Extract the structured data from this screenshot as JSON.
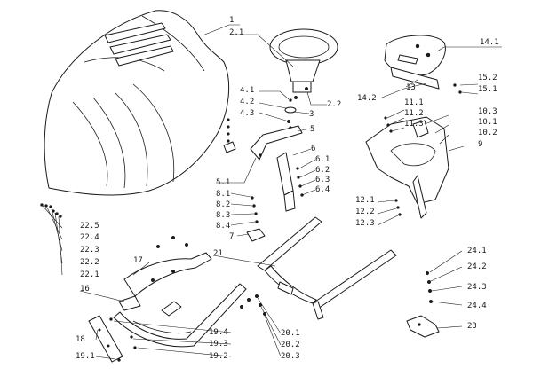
{
  "labels": [
    {
      "id": "1",
      "text": "1"
    },
    {
      "id": "2_1",
      "text": "2.1"
    },
    {
      "id": "2_2",
      "text": "2.2"
    },
    {
      "id": "4_1",
      "text": "4.1"
    },
    {
      "id": "4_2",
      "text": "4.2"
    },
    {
      "id": "4_3",
      "text": "4.3"
    },
    {
      "id": "3",
      "text": "3"
    },
    {
      "id": "5",
      "text": "5"
    },
    {
      "id": "5_1",
      "text": "5.1"
    },
    {
      "id": "6",
      "text": "6"
    },
    {
      "id": "6_1",
      "text": "6.1"
    },
    {
      "id": "6_2",
      "text": "6.2"
    },
    {
      "id": "6_3",
      "text": "6.3"
    },
    {
      "id": "6_4",
      "text": "6.4"
    },
    {
      "id": "8_1",
      "text": "8.1"
    },
    {
      "id": "8_2",
      "text": "8.2"
    },
    {
      "id": "8_3",
      "text": "8.3"
    },
    {
      "id": "8_4",
      "text": "8.4"
    },
    {
      "id": "7",
      "text": "7"
    },
    {
      "id": "14_1",
      "text": "14.1"
    },
    {
      "id": "14_2",
      "text": "14.2"
    },
    {
      "id": "13",
      "text": "13"
    },
    {
      "id": "15_2",
      "text": "15.2"
    },
    {
      "id": "15_1",
      "text": "15.1"
    },
    {
      "id": "11_1",
      "text": "11.1"
    },
    {
      "id": "11_2",
      "text": "11.2"
    },
    {
      "id": "11_3",
      "text": "11.3"
    },
    {
      "id": "10_3",
      "text": "10.3"
    },
    {
      "id": "10_1",
      "text": "10.1"
    },
    {
      "id": "10_2",
      "text": "10.2"
    },
    {
      "id": "9",
      "text": "9"
    },
    {
      "id": "12_1",
      "text": "12.1"
    },
    {
      "id": "12_2",
      "text": "12.2"
    },
    {
      "id": "12_3",
      "text": "12.3"
    },
    {
      "id": "22_5",
      "text": "22.5"
    },
    {
      "id": "22_4",
      "text": "22.4"
    },
    {
      "id": "22_3",
      "text": "22.3"
    },
    {
      "id": "22_2",
      "text": "22.2"
    },
    {
      "id": "22_1",
      "text": "22.1"
    },
    {
      "id": "17",
      "text": "17"
    },
    {
      "id": "16",
      "text": "16"
    },
    {
      "id": "21",
      "text": "21"
    },
    {
      "id": "18",
      "text": "18"
    },
    {
      "id": "19_1",
      "text": "19.1"
    },
    {
      "id": "19_2",
      "text": "19.2"
    },
    {
      "id": "19_3",
      "text": "19.3"
    },
    {
      "id": "19_4",
      "text": "19.4"
    },
    {
      "id": "20_1",
      "text": "20.1"
    },
    {
      "id": "20_2",
      "text": "20.2"
    },
    {
      "id": "20_3",
      "text": "20.3"
    },
    {
      "id": "24_1",
      "text": "24.1"
    },
    {
      "id": "24_2",
      "text": "24.2"
    },
    {
      "id": "24_3",
      "text": "24.3"
    },
    {
      "id": "24_4",
      "text": "24.4"
    },
    {
      "id": "23",
      "text": "23"
    }
  ]
}
